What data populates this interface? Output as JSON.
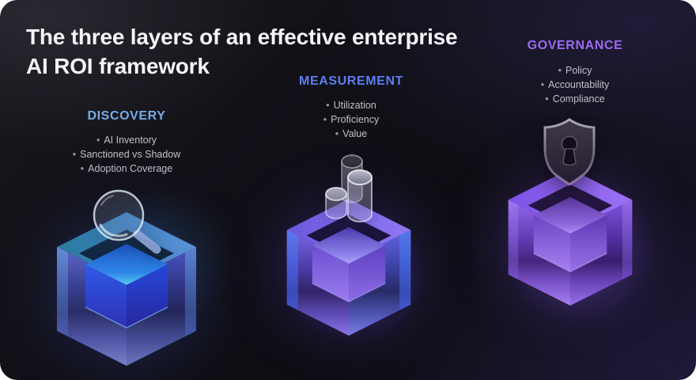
{
  "title": {
    "line1": "The three layers of an effective enterprise",
    "line2": "AI ROI framework"
  },
  "sections": [
    {
      "heading": "DISCOVERY",
      "heading_color": "#76ACE6",
      "icon": "magnifier-icon",
      "items": [
        "AI Inventory",
        "Sanctioned vs Shadow",
        "Adoption Coverage"
      ]
    },
    {
      "heading": "MEASUREMENT",
      "heading_color": "#5C7FF0",
      "icon": "bar-chart-cylinders-icon",
      "items": [
        "Utilization",
        "Proficiency",
        "Value"
      ]
    },
    {
      "heading": "GOVERNANCE",
      "heading_color": "#9B6CF0",
      "icon": "shield-keyhole-icon",
      "items": [
        "Policy",
        "Accountability",
        "Compliance"
      ]
    }
  ],
  "colors": {
    "background": "#100F15",
    "title_text": "#F5F5F7",
    "bullet_text": "#C1C1C8",
    "discovery_accent": "#76ACE6",
    "measurement_accent": "#5C7FF0",
    "governance_accent": "#9B6CF0",
    "discovery_cube": "#2E7DE0",
    "measurement_cube": "#6A4AE0",
    "governance_cube": "#8B55F0"
  }
}
